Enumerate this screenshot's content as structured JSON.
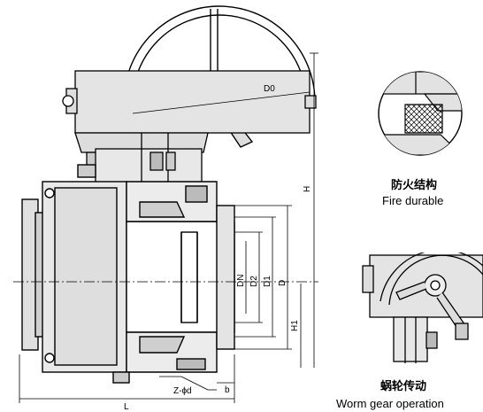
{
  "labels": {
    "d0": "D0",
    "dn": "DN",
    "d2": "D2",
    "d1": "D1",
    "d": "D",
    "h": "H",
    "h1": "H1",
    "z_phi_d": "Z-ϕd",
    "b": "b",
    "l": "L"
  },
  "captions": {
    "fire_cn": "防火结构",
    "fire_en": "Fire durable",
    "worm_cn": "蜗轮传动",
    "worm_en": "Worm gear operation"
  },
  "colors": {
    "line": "#000000",
    "body_fill": "#d9d9d9",
    "light_fill": "#eeeeee"
  }
}
